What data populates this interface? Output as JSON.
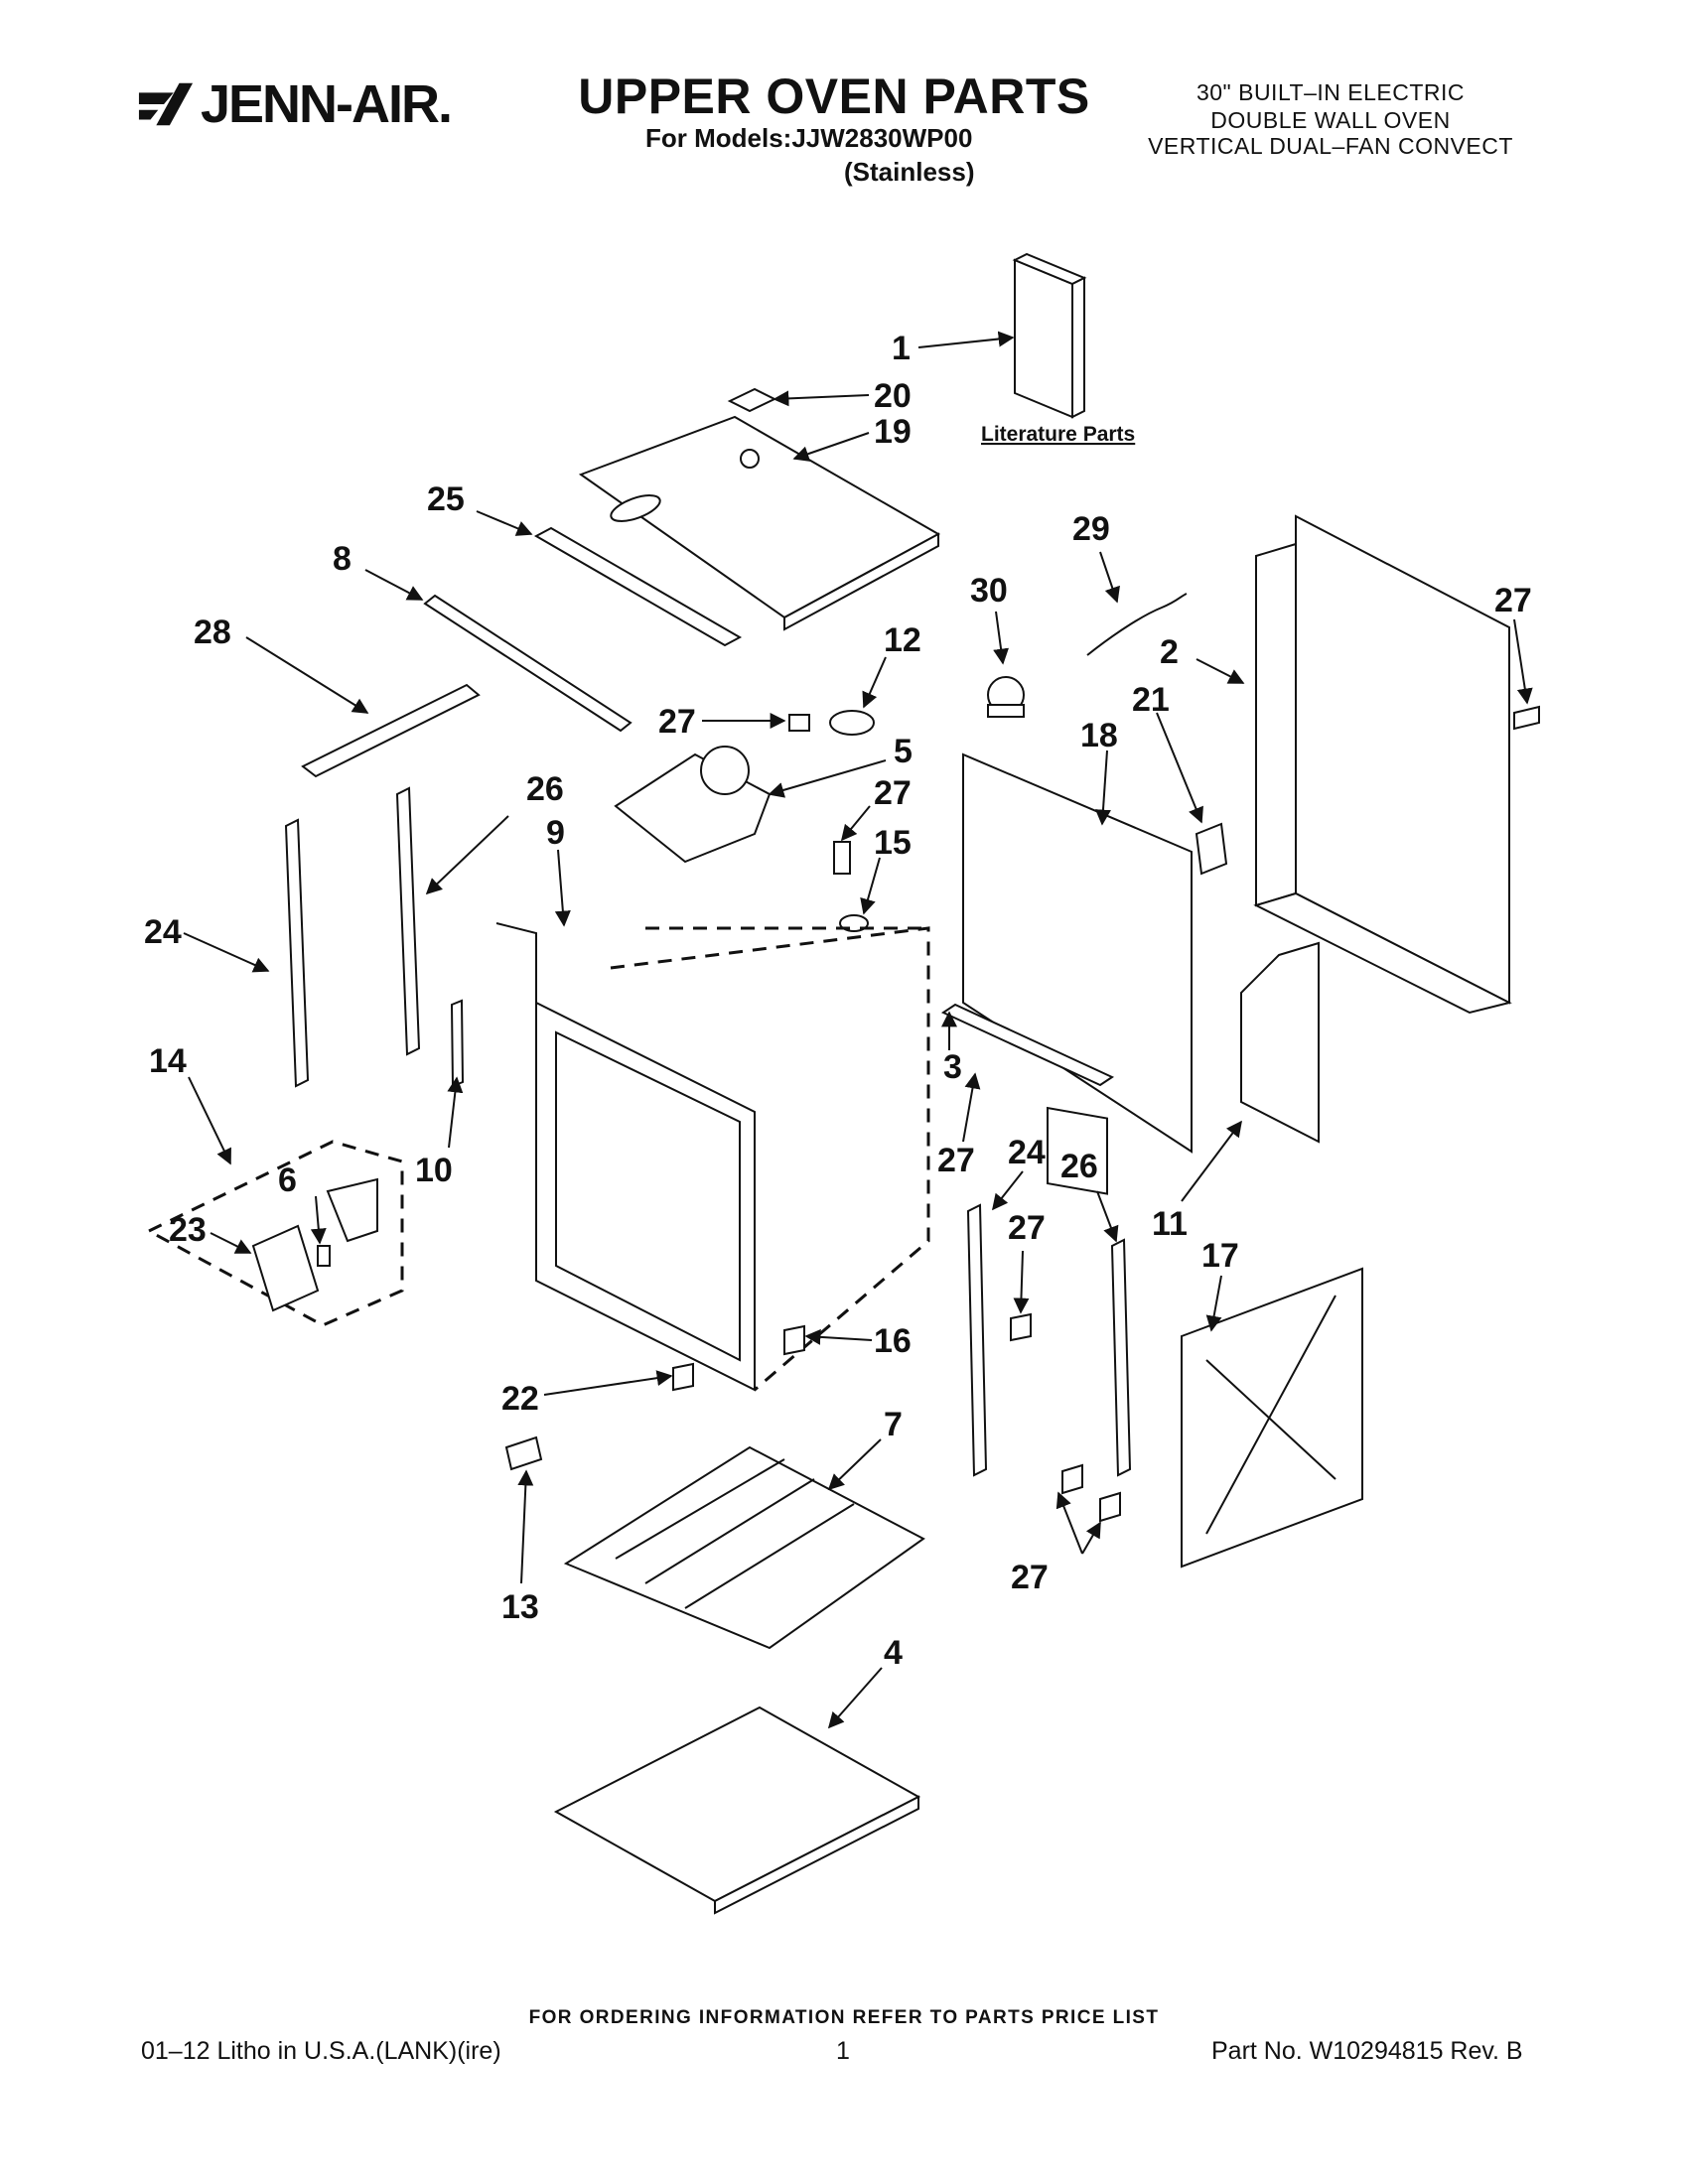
{
  "header": {
    "brand": "JENN-AIR.",
    "title": "UPPER OVEN PARTS",
    "models_line": "For Models:JJW2830WP00",
    "finish": "(Stainless)",
    "spec_lines": [
      "30\" BUILT–IN ELECTRIC",
      "DOUBLE WALL OVEN",
      "VERTICAL DUAL–FAN CONVECT"
    ]
  },
  "diagram": {
    "literature_label": "Literature Parts",
    "callouts": [
      "1",
      "20",
      "19",
      "25",
      "8",
      "28",
      "29",
      "30",
      "27",
      "12",
      "5",
      "27",
      "15",
      "18",
      "21",
      "2",
      "27",
      "26",
      "9",
      "24",
      "10",
      "3",
      "27",
      "14",
      "6",
      "23",
      "24",
      "27",
      "26",
      "11",
      "17",
      "16",
      "22",
      "7",
      "13",
      "27",
      "4"
    ]
  },
  "footer": {
    "ordering": "FOR ORDERING INFORMATION REFER TO PARTS PRICE LIST",
    "litho": "01–12  Litho in U.S.A.(LANK)(ire)",
    "page": "1",
    "part_no": "Part No. W10294815 Rev. B"
  }
}
